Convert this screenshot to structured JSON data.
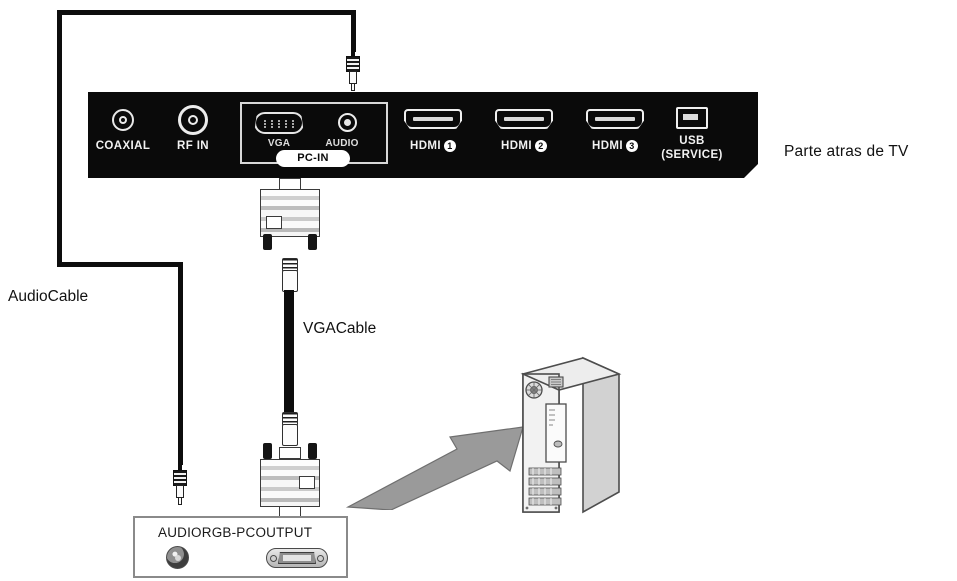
{
  "diagram": {
    "title": "TV rear panel to PC VGA + audio connection diagram",
    "labels": {
      "tv_back": "Parte atras de TV",
      "audio_cable": "AudioCable",
      "vga_cable": "VGACable"
    }
  },
  "tv_panel": {
    "ports": [
      {
        "id": "coaxial",
        "label": "COAXIAL",
        "type": "coaxial-jack"
      },
      {
        "id": "rf-in",
        "label": "RF IN",
        "type": "rf-jack"
      },
      {
        "id": "vga",
        "label": "VGA",
        "type": "vga-port"
      },
      {
        "id": "audio",
        "label": "AUDIO",
        "type": "audio-jack"
      },
      {
        "id": "hdmi1",
        "label": "HDMI",
        "number": "1",
        "type": "hdmi-port"
      },
      {
        "id": "hdmi2",
        "label": "HDMI",
        "number": "2",
        "type": "hdmi-port"
      },
      {
        "id": "hdmi3",
        "label": "HDMI",
        "number": "3",
        "type": "hdmi-port"
      },
      {
        "id": "usb",
        "label": "USB",
        "sublabel": "(SERVICE)",
        "type": "usb-port"
      }
    ],
    "group_label": "PC-IN",
    "panel_color": "#0a0a0a",
    "label_color": "#f2f2f2"
  },
  "pc_output_box": {
    "label": "AUDIORGB-PCOUTPUT",
    "jacks": [
      {
        "id": "audio-out",
        "type": "audio-jack"
      },
      {
        "id": "rgb-pc-out",
        "type": "vga-port"
      }
    ],
    "border_color": "#8a8a8a"
  },
  "computer": {
    "name": "desktop-pc-tower",
    "body_color": "#e4e4e4",
    "outline_color": "#4d4d4d"
  },
  "arrow": {
    "name": "pointer-arrow",
    "fill": "#9a9a9a",
    "direction": "left-down"
  },
  "cables": [
    {
      "id": "audio-cable",
      "label": "AudioCable",
      "color": "#0d0d0d"
    },
    {
      "id": "vga-cable",
      "label": "VGACable",
      "color": "#0d0d0d"
    }
  ]
}
